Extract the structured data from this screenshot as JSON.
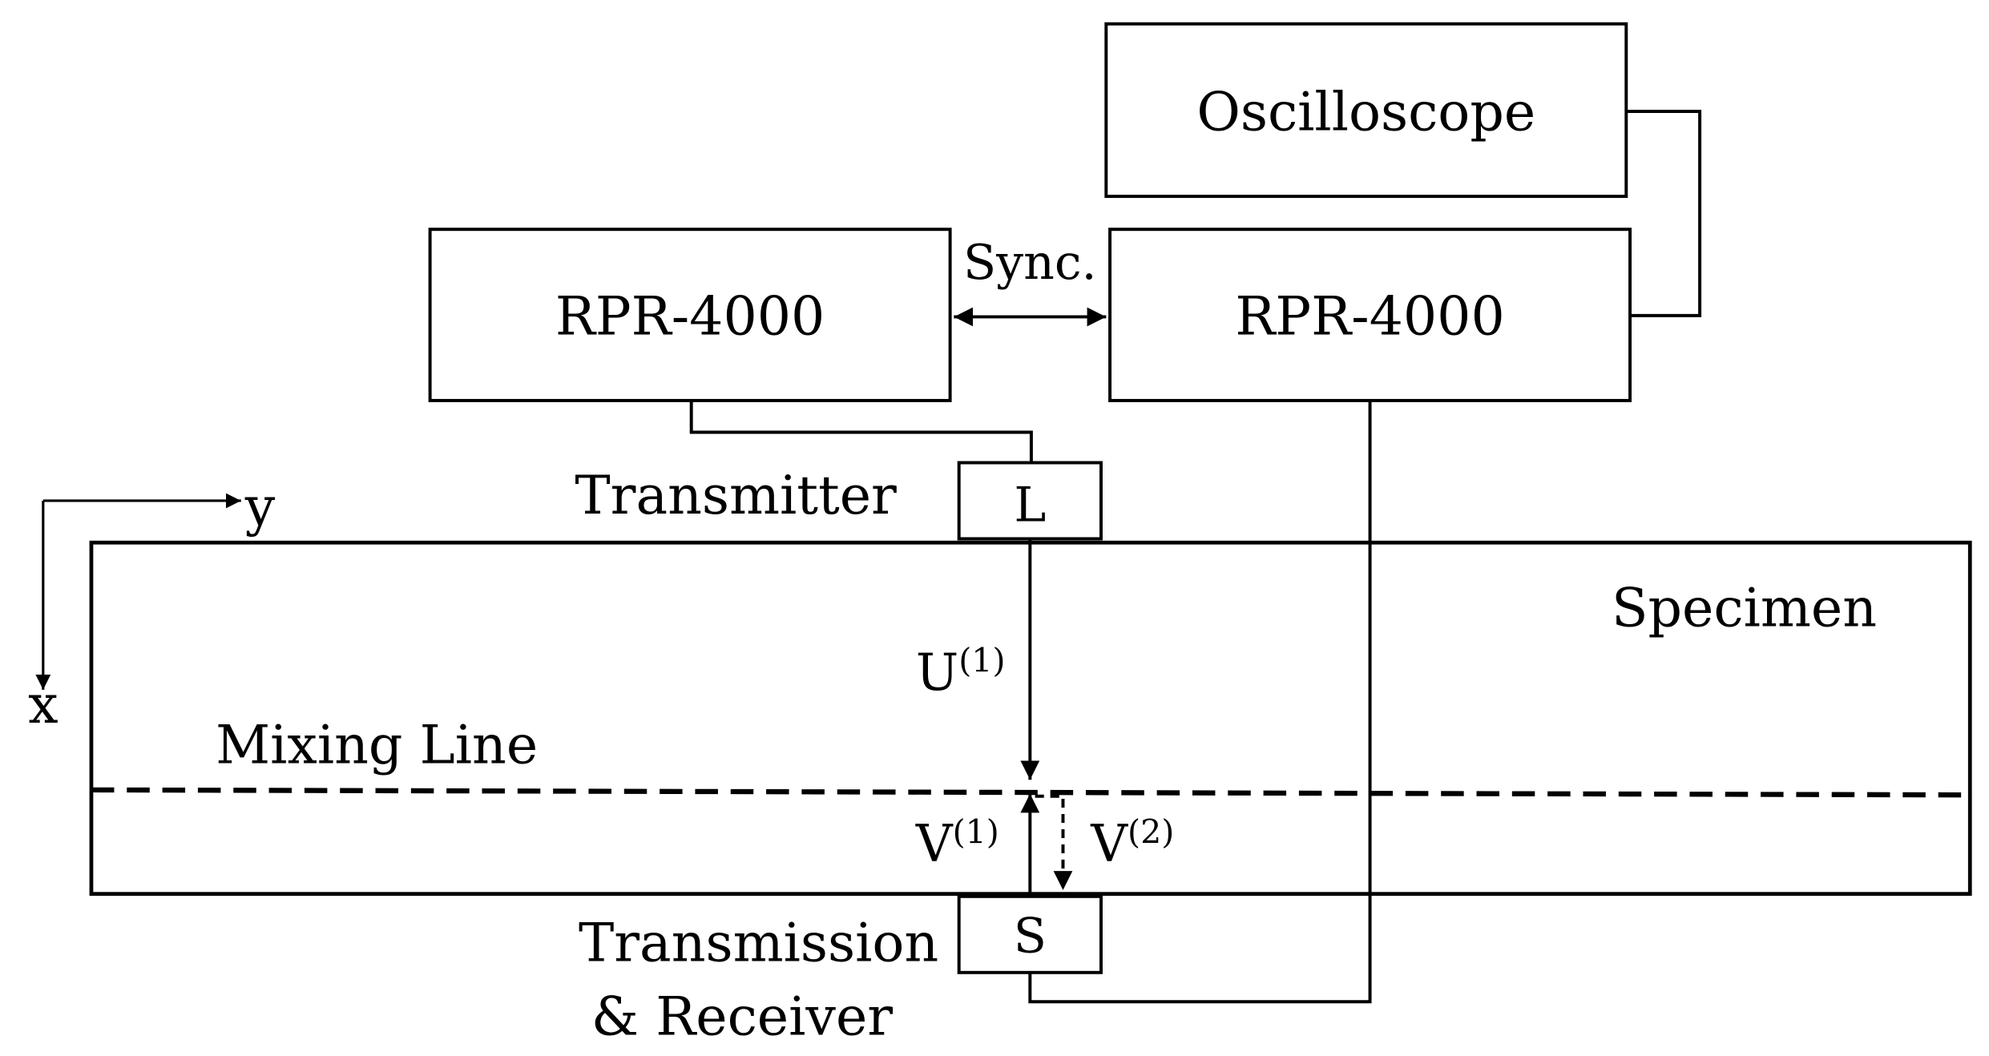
{
  "diagram": {
    "blocks": {
      "oscilloscope": "Oscilloscope",
      "rpr_left": "RPR-4000",
      "rpr_right": "RPR-4000",
      "transmitter_box": "L",
      "receiver_box": "S"
    },
    "labels": {
      "sync": "Sync.",
      "transmitter": "Transmitter",
      "specimen": "Specimen",
      "mixing_line": "Mixing Line",
      "receiver_line1": "Transmission",
      "receiver_line2": "& Receiver",
      "axis_y": "y",
      "axis_x": "x"
    },
    "waves": {
      "u1_base": "U",
      "u1_sup": "(1)",
      "v1_base": "V",
      "v1_sup": "(1)",
      "v2_base": "V",
      "v2_sup": "(2)"
    },
    "colors": {
      "stroke": "#000000",
      "background": "#ffffff"
    }
  }
}
